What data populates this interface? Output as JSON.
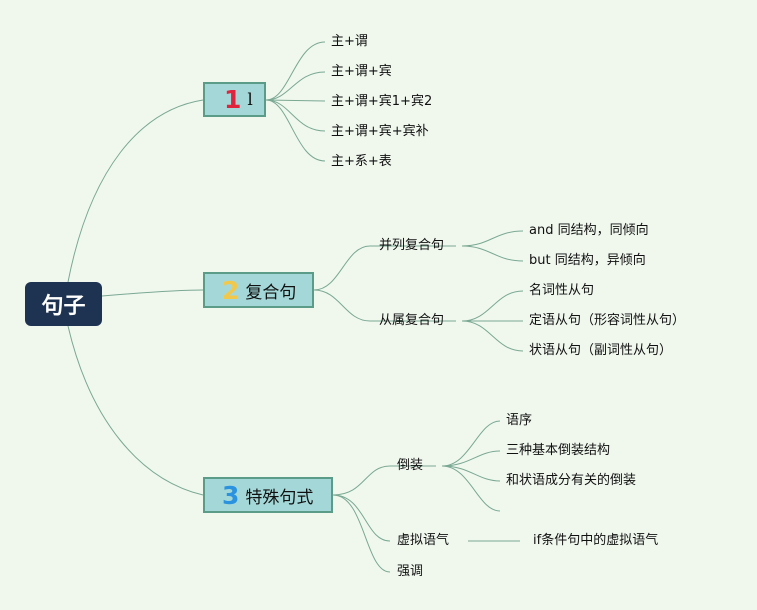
{
  "root": {
    "label": "句子"
  },
  "branches": [
    {
      "num": "1",
      "label": "l"
    },
    {
      "num": "2",
      "label": "复合句"
    },
    {
      "num": "3",
      "label": "特殊句式"
    }
  ],
  "b1_items": [
    "主+谓",
    "主+谓+宾",
    "主+谓+宾1+宾2",
    "主+谓+宾+宾补",
    "主+系+表"
  ],
  "compound": {
    "parallel": {
      "label": "并列复合句",
      "items": [
        "and 同结构，同倾向",
        "but 同结构，异倾向"
      ]
    },
    "subordinate": {
      "label": "从属复合句",
      "items": [
        "名词性从句",
        "定语从句（形容词性从句）",
        "状语从句（副词性从句）"
      ]
    }
  },
  "special": {
    "inversion": {
      "label": "倒装",
      "items": [
        "语序",
        "三种基本倒装结构",
        "和状语成分有关的倒装"
      ]
    },
    "subjunctive": {
      "label": "虚拟语气",
      "item": "if条件句中的虚拟语气"
    },
    "emphasis": {
      "label": "强调"
    }
  },
  "colors": {
    "background": "#f0f8ee",
    "root": "#1e3352",
    "branch_fill": "#a4d8d8",
    "branch_border": "#5a9c88",
    "line": "#7aa893",
    "num1": "#e0243d",
    "num2": "#f2c84b",
    "num3": "#2a92df"
  }
}
